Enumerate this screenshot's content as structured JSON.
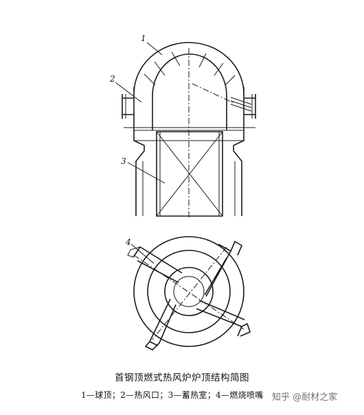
{
  "labels": {
    "n1": "1",
    "n2": "2",
    "n3": "3",
    "n4": "4"
  },
  "title": "首钢顶燃式热风炉炉顶结构简图",
  "legend": "1—球顶；2—热风口；3—蓄热室；4—燃烧喷嘴",
  "watermark": "知乎 @耐材之家"
}
